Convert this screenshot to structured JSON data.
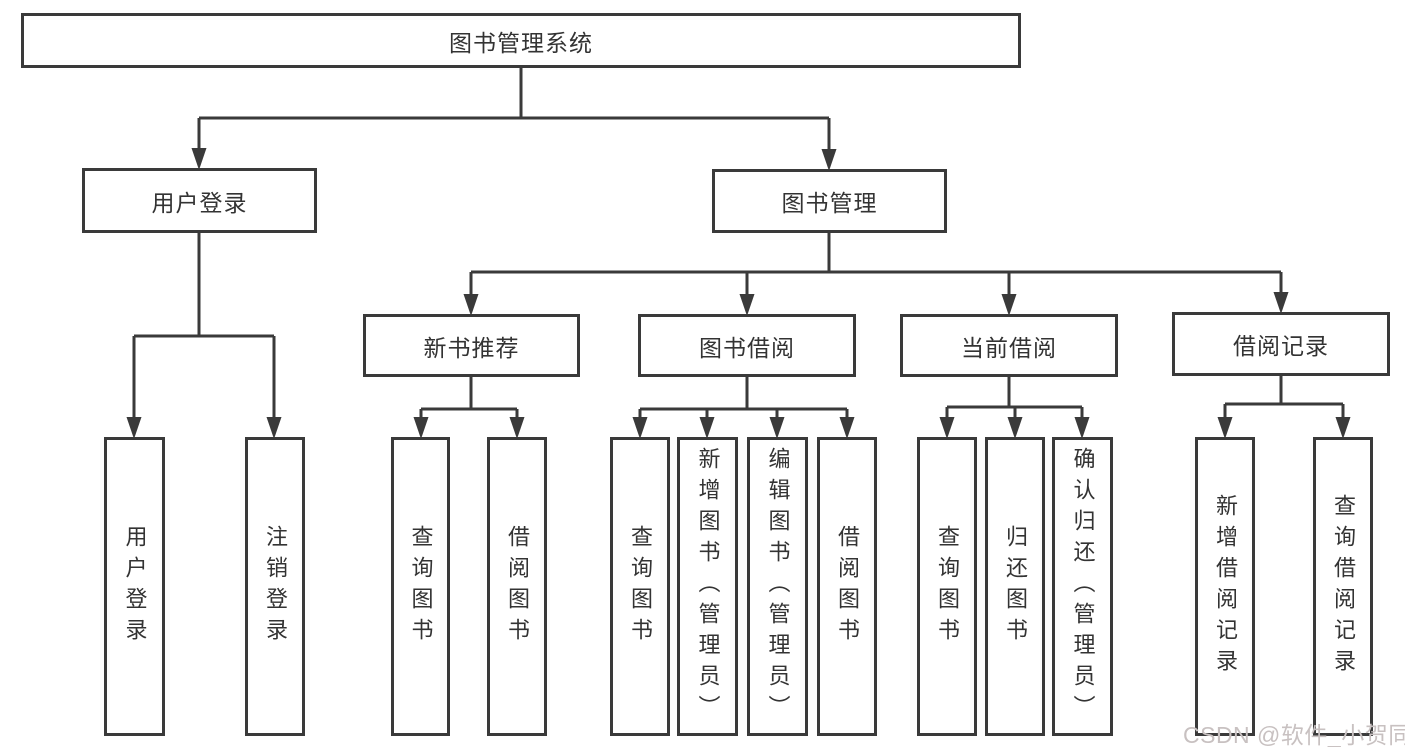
{
  "title": "图书管理系统",
  "colors": {
    "background": "#ffffff",
    "line": "#3a3a3a",
    "box_border": "#3a3a3a",
    "text": "#333333",
    "watermark": "#c8c1c1"
  },
  "tree": {
    "root": {
      "label": "图书管理系统"
    },
    "branches": [
      {
        "label": "用户登录",
        "children": [
          {
            "label": "用户登录"
          },
          {
            "label": "注销登录"
          }
        ]
      },
      {
        "label": "图书管理",
        "children": [
          {
            "label": "新书推荐",
            "children": [
              {
                "label": "查询图书"
              },
              {
                "label": "借阅图书"
              }
            ]
          },
          {
            "label": "图书借阅",
            "children": [
              {
                "label": "查询图书"
              },
              {
                "label": "新增图书（管理员）"
              },
              {
                "label": "编辑图书（管理员）"
              },
              {
                "label": "借阅图书"
              }
            ]
          },
          {
            "label": "当前借阅",
            "children": [
              {
                "label": "查询图书"
              },
              {
                "label": "归还图书"
              },
              {
                "label": "确认归还（管理员）"
              }
            ]
          },
          {
            "label": "借阅记录",
            "children": [
              {
                "label": "新增借阅记录"
              },
              {
                "label": "查询借阅记录"
              }
            ]
          }
        ]
      }
    ]
  },
  "watermark": {
    "text": "CSDN @软件_小贺同学"
  }
}
